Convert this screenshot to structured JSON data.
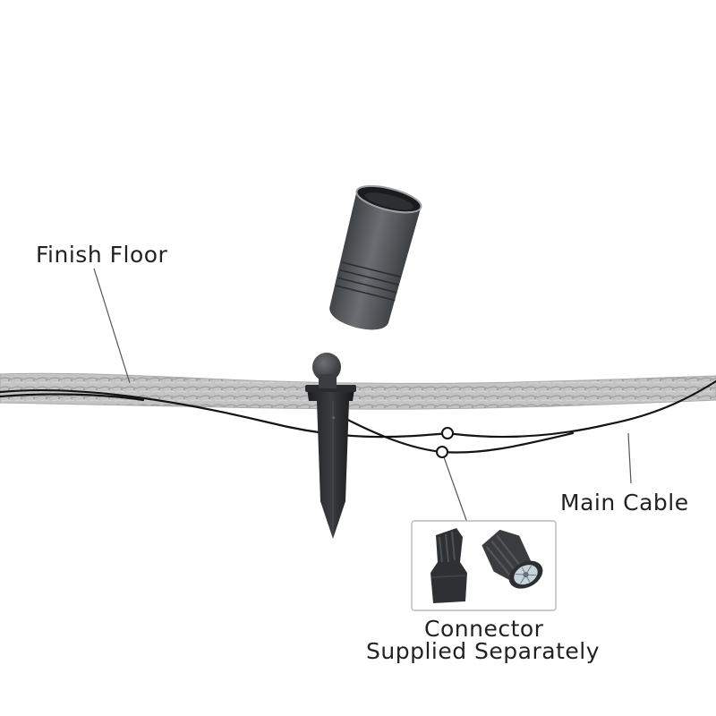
{
  "labels": {
    "finish_floor": "Finish Floor",
    "main_cable": "Main Cable",
    "connector_line1": "Connector",
    "connector_line2": "Supplied Separately"
  },
  "colors": {
    "floor_fill": "#bdbdbd",
    "fixture_body": "#5b5f63",
    "cable": "#141414",
    "text": "#222222"
  },
  "icons": [
    "spotlight-fixture-icon",
    "ground-stake-icon",
    "wire-connector-icon"
  ]
}
